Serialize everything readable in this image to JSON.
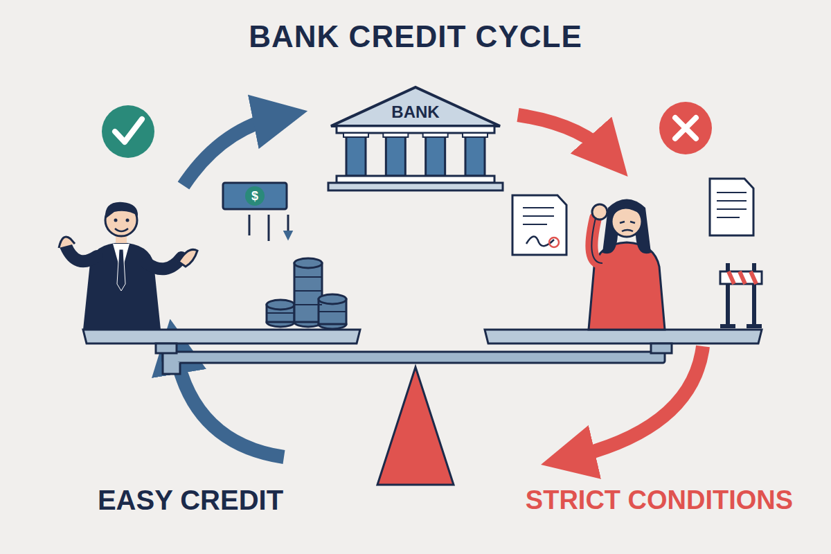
{
  "diagram": {
    "title": "BANK CREDIT CYCLE",
    "nodes": [
      {
        "text": [
          "BANK"
        ]
      }
    ],
    "labels": [
      "$",
      "EASY CREDIT",
      "STRICT CONDITIONS"
    ]
  }
}
